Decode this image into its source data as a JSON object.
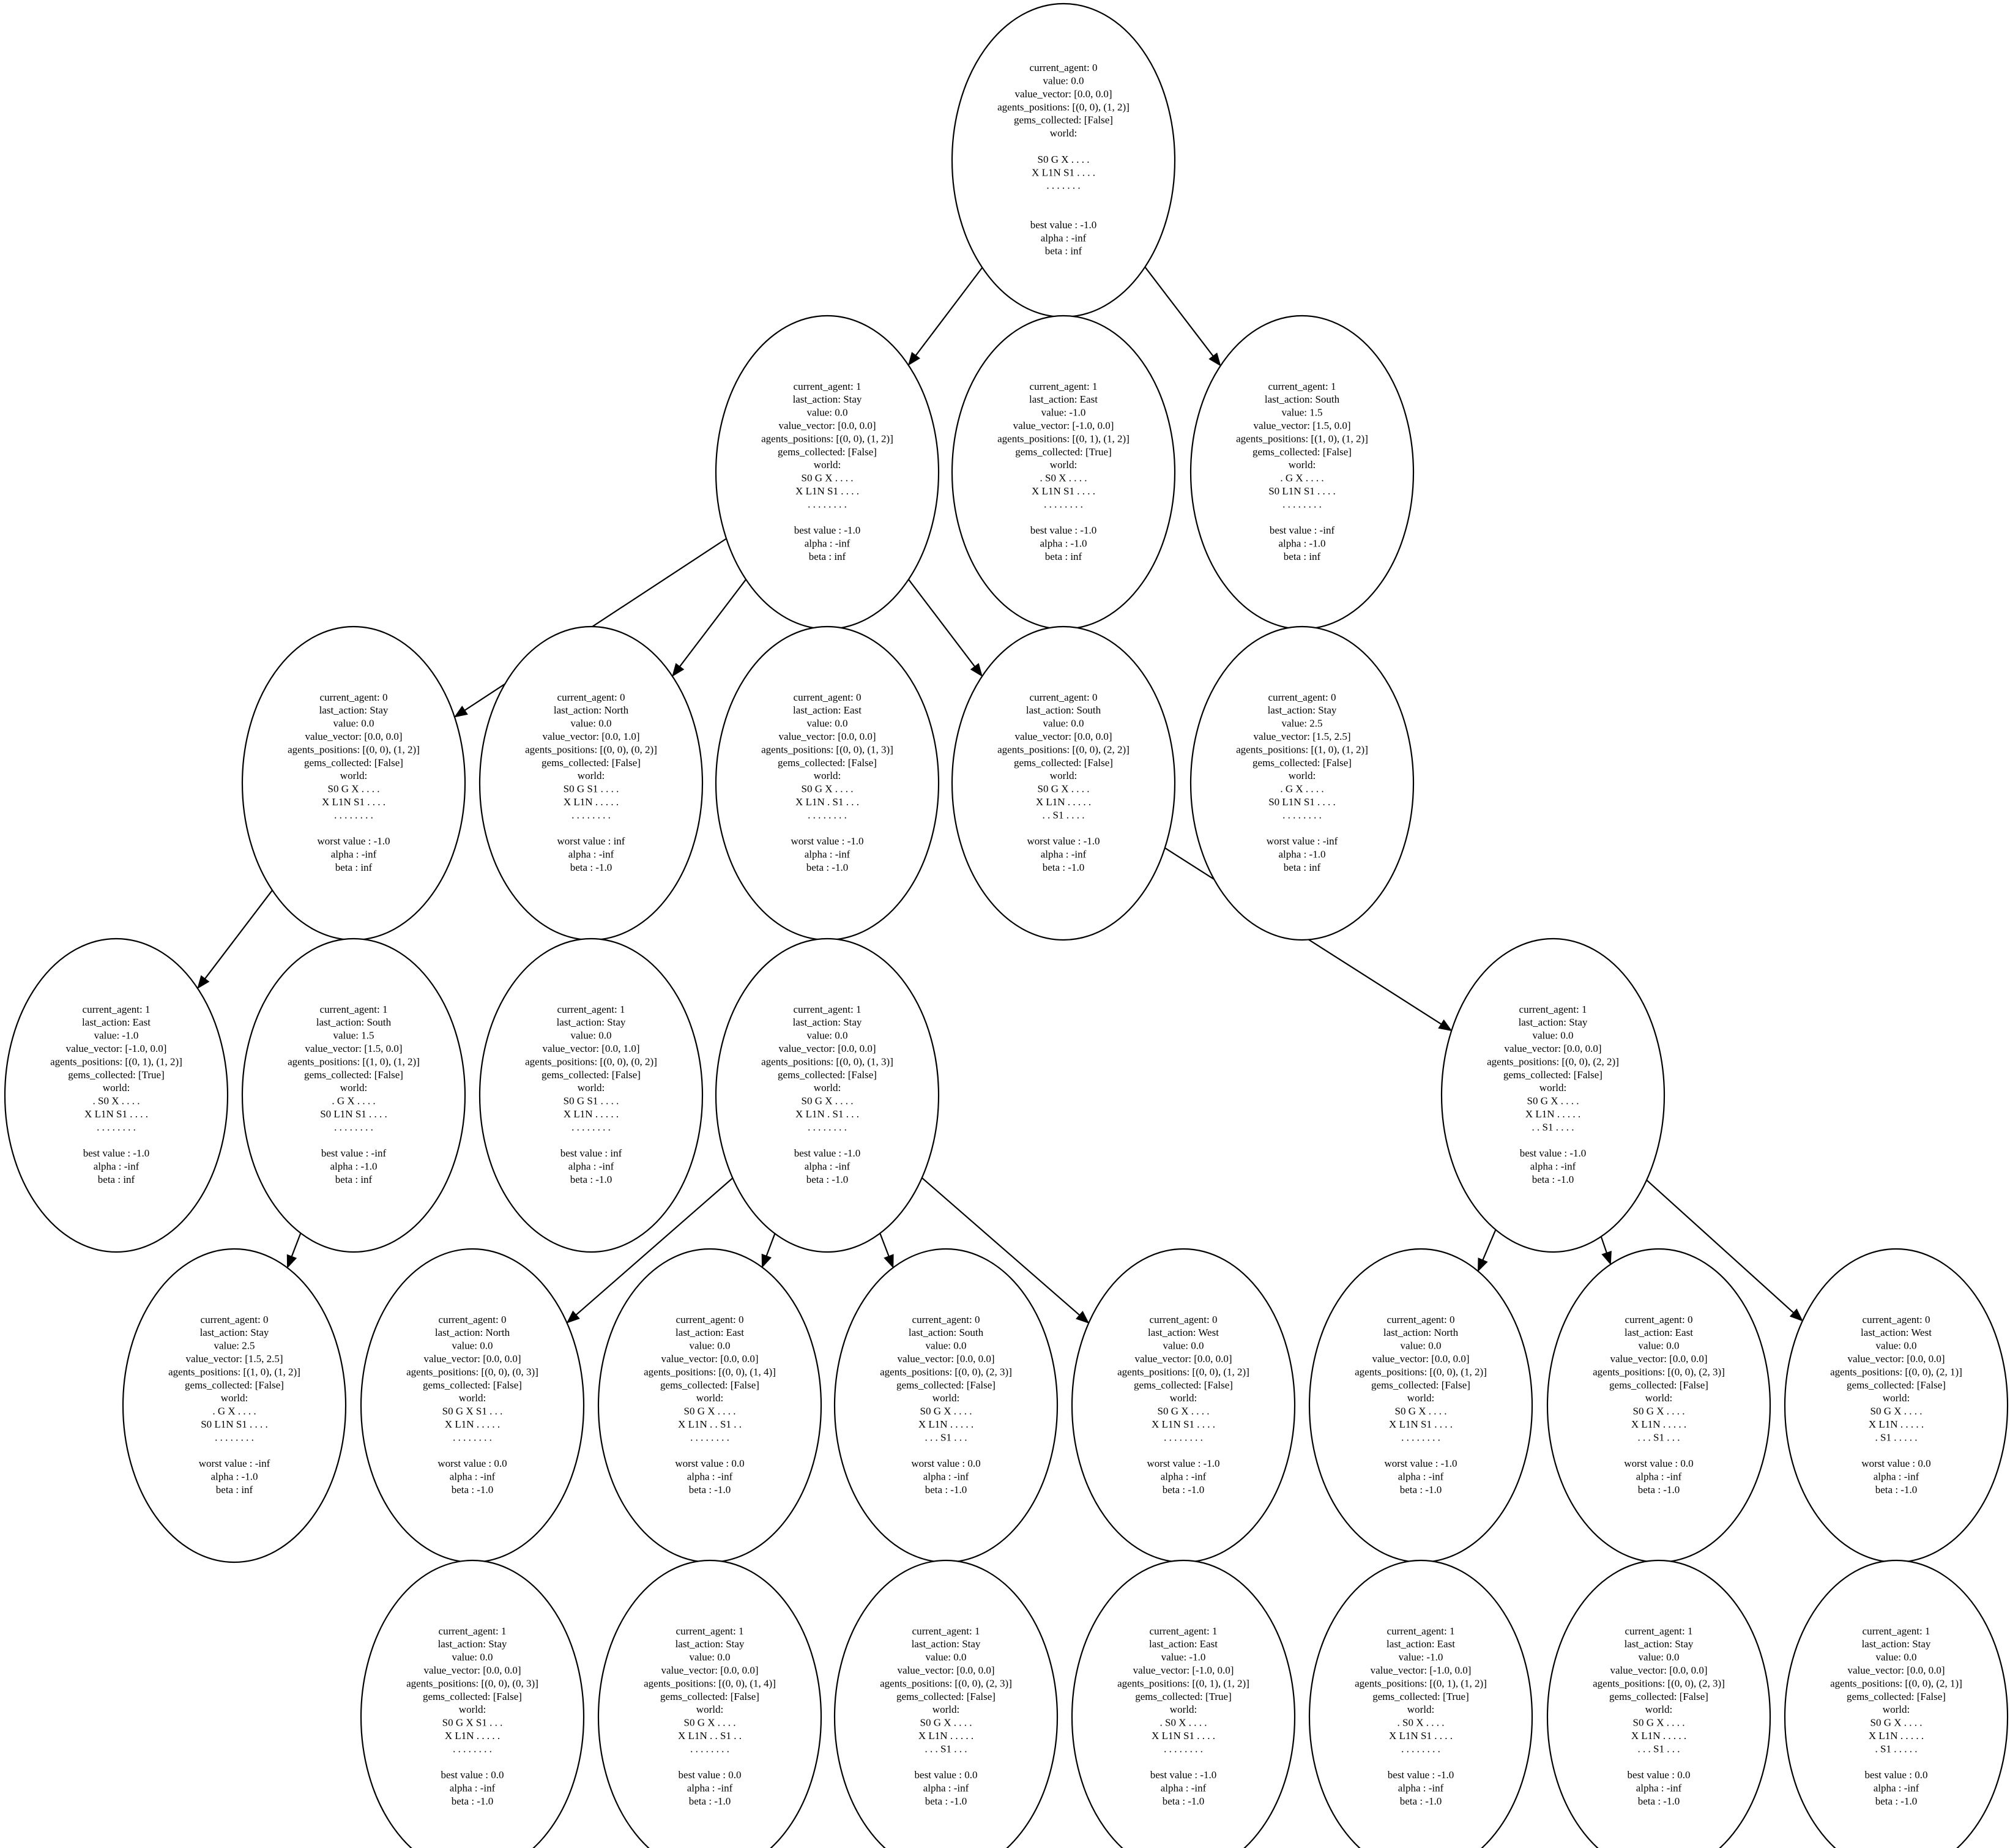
{
  "diagram": {
    "nodes": [
      {
        "id": "n0",
        "lines": [
          "current_agent: 0",
          "value: 0.0",
          "value_vector: [0.0, 0.0]",
          "agents_positions: [(0, 0), (1, 2)]",
          "gems_collected: [False]",
          "world:",
          "",
          "S0 G X . . . .",
          "X L1N S1 . . . .",
          ". . . . . . .",
          "",
          "",
          "best value : -1.0",
          "alpha : -inf",
          "beta : inf"
        ]
      },
      {
        "id": "n1",
        "lines": [
          "current_agent: 1",
          "last_action: Stay",
          "value: 0.0",
          "value_vector: [0.0, 0.0]",
          "agents_positions: [(0, 0), (1, 2)]",
          "gems_collected: [False]",
          "world:",
          "S0 G X . . . .",
          "X L1N S1 . . . .",
          ". . . . . . . .",
          "",
          "best value : -1.0",
          "alpha : -inf",
          "beta : inf"
        ]
      },
      {
        "id": "n2",
        "lines": [
          "current_agent: 1",
          "last_action: East",
          "value: -1.0",
          "value_vector: [-1.0, 0.0]",
          "agents_positions: [(0, 1), (1, 2)]",
          "gems_collected: [True]",
          "world:",
          ". S0 X . . . .",
          "X L1N S1 . . . .",
          ". . . . . . . .",
          "",
          "best value : -1.0",
          "alpha : -1.0",
          "beta : inf"
        ]
      },
      {
        "id": "n3",
        "lines": [
          "current_agent: 1",
          "last_action: South",
          "value: 1.5",
          "value_vector: [1.5, 0.0]",
          "agents_positions: [(1, 0), (1, 2)]",
          "gems_collected: [False]",
          "world:",
          ". G X . . . .",
          "S0 L1N S1 . . . .",
          ". . . . . . . .",
          "",
          "best value : -inf",
          "alpha : -1.0",
          "beta : inf"
        ]
      },
      {
        "id": "n4",
        "lines": [
          "current_agent: 0",
          "last_action: Stay",
          "value: 0.0",
          "value_vector: [0.0, 0.0]",
          "agents_positions: [(0, 0), (1, 2)]",
          "gems_collected: [False]",
          "world:",
          "S0 G X . . . .",
          "X L1N S1 . . . .",
          ". . . . . . . .",
          "",
          "worst value : -1.0",
          "alpha : -inf",
          "beta : inf"
        ]
      },
      {
        "id": "n5",
        "lines": [
          "current_agent: 0",
          "last_action: North",
          "value: 0.0",
          "value_vector: [0.0, 1.0]",
          "agents_positions: [(0, 0), (0, 2)]",
          "gems_collected: [False]",
          "world:",
          "S0 G S1 . . . .",
          "X L1N . . . . .",
          ". . . . . . . .",
          "",
          "worst value : inf",
          "alpha : -inf",
          "beta : -1.0"
        ]
      },
      {
        "id": "n6",
        "lines": [
          "current_agent: 0",
          "last_action: East",
          "value: 0.0",
          "value_vector: [0.0, 0.0]",
          "agents_positions: [(0, 0), (1, 3)]",
          "gems_collected: [False]",
          "world:",
          "S0 G X . . . .",
          "X L1N . S1 . . .",
          ". . . . . . . .",
          "",
          "worst value : -1.0",
          "alpha : -inf",
          "beta : -1.0"
        ]
      },
      {
        "id": "n7",
        "lines": [
          "current_agent: 0",
          "last_action: South",
          "value: 0.0",
          "value_vector: [0.0, 0.0]",
          "agents_positions: [(0, 0), (2, 2)]",
          "gems_collected: [False]",
          "world:",
          "S0 G X . . . .",
          "X L1N . . . . .",
          ". . S1 . . . .",
          "",
          "worst value : -1.0",
          "alpha : -inf",
          "beta : -1.0"
        ]
      },
      {
        "id": "n8",
        "lines": [
          "current_agent: 0",
          "last_action: Stay",
          "value: 2.5",
          "value_vector: [1.5, 2.5]",
          "agents_positions: [(1, 0), (1, 2)]",
          "gems_collected: [False]",
          "world:",
          ". G X . . . .",
          "S0 L1N S1 . . . .",
          ". . . . . . . .",
          "",
          "worst value : -inf",
          "alpha : -1.0",
          "beta : inf"
        ]
      },
      {
        "id": "n9",
        "lines": [
          "current_agent: 1",
          "last_action: East",
          "value: -1.0",
          "value_vector: [-1.0, 0.0]",
          "agents_positions: [(0, 1), (1, 2)]",
          "gems_collected: [True]",
          "world:",
          ". S0 X . . . .",
          "X L1N S1 . . . .",
          ". . . . . . . .",
          "",
          "best value : -1.0",
          "alpha : -inf",
          "beta : inf"
        ]
      },
      {
        "id": "n10",
        "lines": [
          "current_agent: 1",
          "last_action: South",
          "value: 1.5",
          "value_vector: [1.5, 0.0]",
          "agents_positions: [(1, 0), (1, 2)]",
          "gems_collected: [False]",
          "world:",
          ". G X . . . .",
          "S0 L1N S1 . . . .",
          ". . . . . . . .",
          "",
          "best value : -inf",
          "alpha : -1.0",
          "beta : inf"
        ]
      },
      {
        "id": "n11",
        "lines": [
          "current_agent: 1",
          "last_action: Stay",
          "value: 0.0",
          "value_vector: [0.0, 1.0]",
          "agents_positions: [(0, 0), (0, 2)]",
          "gems_collected: [False]",
          "world:",
          "S0 G S1 . . . .",
          "X L1N . . . . .",
          ". . . . . . . .",
          "",
          "best value : inf",
          "alpha : -inf",
          "beta : -1.0"
        ]
      },
      {
        "id": "n12",
        "lines": [
          "current_agent: 1",
          "last_action: Stay",
          "value: 0.0",
          "value_vector: [0.0, 0.0]",
          "agents_positions: [(0, 0), (1, 3)]",
          "gems_collected: [False]",
          "world:",
          "S0 G X . . . .",
          "X L1N . S1 . . .",
          ". . . . . . . .",
          "",
          "best value : -1.0",
          "alpha : -inf",
          "beta : -1.0"
        ]
      },
      {
        "id": "n13",
        "lines": [
          "current_agent: 1",
          "last_action: Stay",
          "value: 0.0",
          "value_vector: [0.0, 0.0]",
          "agents_positions: [(0, 0), (2, 2)]",
          "gems_collected: [False]",
          "world:",
          "S0 G X . . . .",
          "X L1N . . . . .",
          ". . S1 . . . .",
          "",
          "best value : -1.0",
          "alpha : -inf",
          "beta : -1.0"
        ]
      },
      {
        "id": "n14",
        "lines": [
          "current_agent: 0",
          "last_action: Stay",
          "value: 2.5",
          "value_vector: [1.5, 2.5]",
          "agents_positions: [(1, 0), (1, 2)]",
          "gems_collected: [False]",
          "world:",
          ". G X . . . .",
          "S0 L1N S1 . . . .",
          ". . . . . . . .",
          "",
          "worst value : -inf",
          "alpha : -1.0",
          "beta : inf"
        ]
      },
      {
        "id": "n15",
        "lines": [
          "current_agent: 0",
          "last_action: North",
          "value: 0.0",
          "value_vector: [0.0, 0.0]",
          "agents_positions: [(0, 0), (0, 3)]",
          "gems_collected: [False]",
          "world:",
          "S0 G X S1 . . .",
          "X L1N . . . . .",
          ". . . . . . . .",
          "",
          "worst value : 0.0",
          "alpha : -inf",
          "beta : -1.0"
        ]
      },
      {
        "id": "n16",
        "lines": [
          "current_agent: 0",
          "last_action: East",
          "value: 0.0",
          "value_vector: [0.0, 0.0]",
          "agents_positions: [(0, 0), (1, 4)]",
          "gems_collected: [False]",
          "world:",
          "S0 G X . . . .",
          "X L1N . . S1 . .",
          ". . . . . . . .",
          "",
          "worst value : 0.0",
          "alpha : -inf",
          "beta : -1.0"
        ]
      },
      {
        "id": "n17",
        "lines": [
          "current_agent: 0",
          "last_action: South",
          "value: 0.0",
          "value_vector: [0.0, 0.0]",
          "agents_positions: [(0, 0), (2, 3)]",
          "gems_collected: [False]",
          "world:",
          "S0 G X . . . .",
          "X L1N . . . . .",
          ". . . S1 . . .",
          "",
          "worst value : 0.0",
          "alpha : -inf",
          "beta : -1.0"
        ]
      },
      {
        "id": "n18",
        "lines": [
          "current_agent: 0",
          "last_action: West",
          "value: 0.0",
          "value_vector: [0.0, 0.0]",
          "agents_positions: [(0, 0), (1, 2)]",
          "gems_collected: [False]",
          "world:",
          "S0 G X . . . .",
          "X L1N S1 . . . .",
          ". . . . . . . .",
          "",
          "worst value : -1.0",
          "alpha : -inf",
          "beta : -1.0"
        ]
      },
      {
        "id": "n19",
        "lines": [
          "current_agent: 0",
          "last_action: North",
          "value: 0.0",
          "value_vector: [0.0, 0.0]",
          "agents_positions: [(0, 0), (1, 2)]",
          "gems_collected: [False]",
          "world:",
          "S0 G X . . . .",
          "X L1N S1 . . . .",
          ". . . . . . . .",
          "",
          "worst value : -1.0",
          "alpha : -inf",
          "beta : -1.0"
        ]
      },
      {
        "id": "n20",
        "lines": [
          "current_agent: 0",
          "last_action: East",
          "value: 0.0",
          "value_vector: [0.0, 0.0]",
          "agents_positions: [(0, 0), (2, 3)]",
          "gems_collected: [False]",
          "world:",
          "S0 G X . . . .",
          "X L1N . . . . .",
          ". . . S1 . . .",
          "",
          "worst value : 0.0",
          "alpha : -inf",
          "beta : -1.0"
        ]
      },
      {
        "id": "n21",
        "lines": [
          "current_agent: 0",
          "last_action: West",
          "value: 0.0",
          "value_vector: [0.0, 0.0]",
          "agents_positions: [(0, 0), (2, 1)]",
          "gems_collected: [False]",
          "world:",
          "S0 G X . . . .",
          "X L1N . . . . .",
          ". S1 . . . . .",
          "",
          "worst value : 0.0",
          "alpha : -inf",
          "beta : -1.0"
        ]
      },
      {
        "id": "n22",
        "lines": [
          "current_agent: 1",
          "last_action: Stay",
          "value: 0.0",
          "value_vector: [0.0, 0.0]",
          "agents_positions: [(0, 0), (0, 3)]",
          "gems_collected: [False]",
          "world:",
          "S0 G X S1 . . .",
          "X L1N . . . . .",
          ". . . . . . . .",
          "",
          "best value : 0.0",
          "alpha : -inf",
          "beta : -1.0"
        ]
      },
      {
        "id": "n23",
        "lines": [
          "current_agent: 1",
          "last_action: Stay",
          "value: 0.0",
          "value_vector: [0.0, 0.0]",
          "agents_positions: [(0, 0), (1, 4)]",
          "gems_collected: [False]",
          "world:",
          "S0 G X . . . .",
          "X L1N . . S1 . .",
          ". . . . . . . .",
          "",
          "best value : 0.0",
          "alpha : -inf",
          "beta : -1.0"
        ]
      },
      {
        "id": "n24",
        "lines": [
          "current_agent: 1",
          "last_action: Stay",
          "value: 0.0",
          "value_vector: [0.0, 0.0]",
          "agents_positions: [(0, 0), (2, 3)]",
          "gems_collected: [False]",
          "world:",
          "S0 G X . . . .",
          "X L1N . . . . .",
          ". . . S1 . . .",
          "",
          "best value : 0.0",
          "alpha : -inf",
          "beta : -1.0"
        ]
      },
      {
        "id": "n25",
        "lines": [
          "current_agent: 1",
          "last_action: East",
          "value: -1.0",
          "value_vector: [-1.0, 0.0]",
          "agents_positions: [(0, 1), (1, 2)]",
          "gems_collected: [True]",
          "world:",
          ". S0 X . . . .",
          "X L1N S1 . . . .",
          ". . . . . . . .",
          "",
          "best value : -1.0",
          "alpha : -inf",
          "beta : -1.0"
        ]
      },
      {
        "id": "n26",
        "lines": [
          "current_agent: 1",
          "last_action: East",
          "value: -1.0",
          "value_vector: [-1.0, 0.0]",
          "agents_positions: [(0, 1), (1, 2)]",
          "gems_collected: [True]",
          "world:",
          ". S0 X . . . .",
          "X L1N S1 . . . .",
          ". . . . . . . .",
          "",
          "best value : -1.0",
          "alpha : -inf",
          "beta : -1.0"
        ]
      },
      {
        "id": "n27",
        "lines": [
          "current_agent: 1",
          "last_action: Stay",
          "value: 0.0",
          "value_vector: [0.0, 0.0]",
          "agents_positions: [(0, 0), (2, 3)]",
          "gems_collected: [False]",
          "world:",
          "S0 G X . . . .",
          "X L1N . . . . .",
          ". . . S1 . . .",
          "",
          "best value : 0.0",
          "alpha : -inf",
          "beta : -1.0"
        ]
      },
      {
        "id": "n28",
        "lines": [
          "current_agent: 1",
          "last_action: Stay",
          "value: 0.0",
          "value_vector: [0.0, 0.0]",
          "agents_positions: [(0, 0), (2, 1)]",
          "gems_collected: [False]",
          "world:",
          "S0 G X . . . .",
          "X L1N . . . . .",
          ". S1 . . . . .",
          "",
          "best value : 0.0",
          "alpha : -inf",
          "beta : -1.0"
        ]
      }
    ],
    "edges": [
      [
        "n0",
        "n1"
      ],
      [
        "n0",
        "n2"
      ],
      [
        "n0",
        "n3"
      ],
      [
        "n1",
        "n4"
      ],
      [
        "n1",
        "n5"
      ],
      [
        "n1",
        "n6"
      ],
      [
        "n1",
        "n7"
      ],
      [
        "n3",
        "n8"
      ],
      [
        "n4",
        "n9"
      ],
      [
        "n4",
        "n10"
      ],
      [
        "n5",
        "n11"
      ],
      [
        "n6",
        "n12"
      ],
      [
        "n7",
        "n13"
      ],
      [
        "n10",
        "n14"
      ],
      [
        "n12",
        "n15"
      ],
      [
        "n12",
        "n16"
      ],
      [
        "n12",
        "n17"
      ],
      [
        "n12",
        "n18"
      ],
      [
        "n13",
        "n19"
      ],
      [
        "n13",
        "n20"
      ],
      [
        "n13",
        "n21"
      ],
      [
        "n15",
        "n22"
      ],
      [
        "n16",
        "n23"
      ],
      [
        "n17",
        "n24"
      ],
      [
        "n18",
        "n25"
      ],
      [
        "n19",
        "n26"
      ],
      [
        "n20",
        "n27"
      ],
      [
        "n21",
        "n28"
      ]
    ]
  }
}
